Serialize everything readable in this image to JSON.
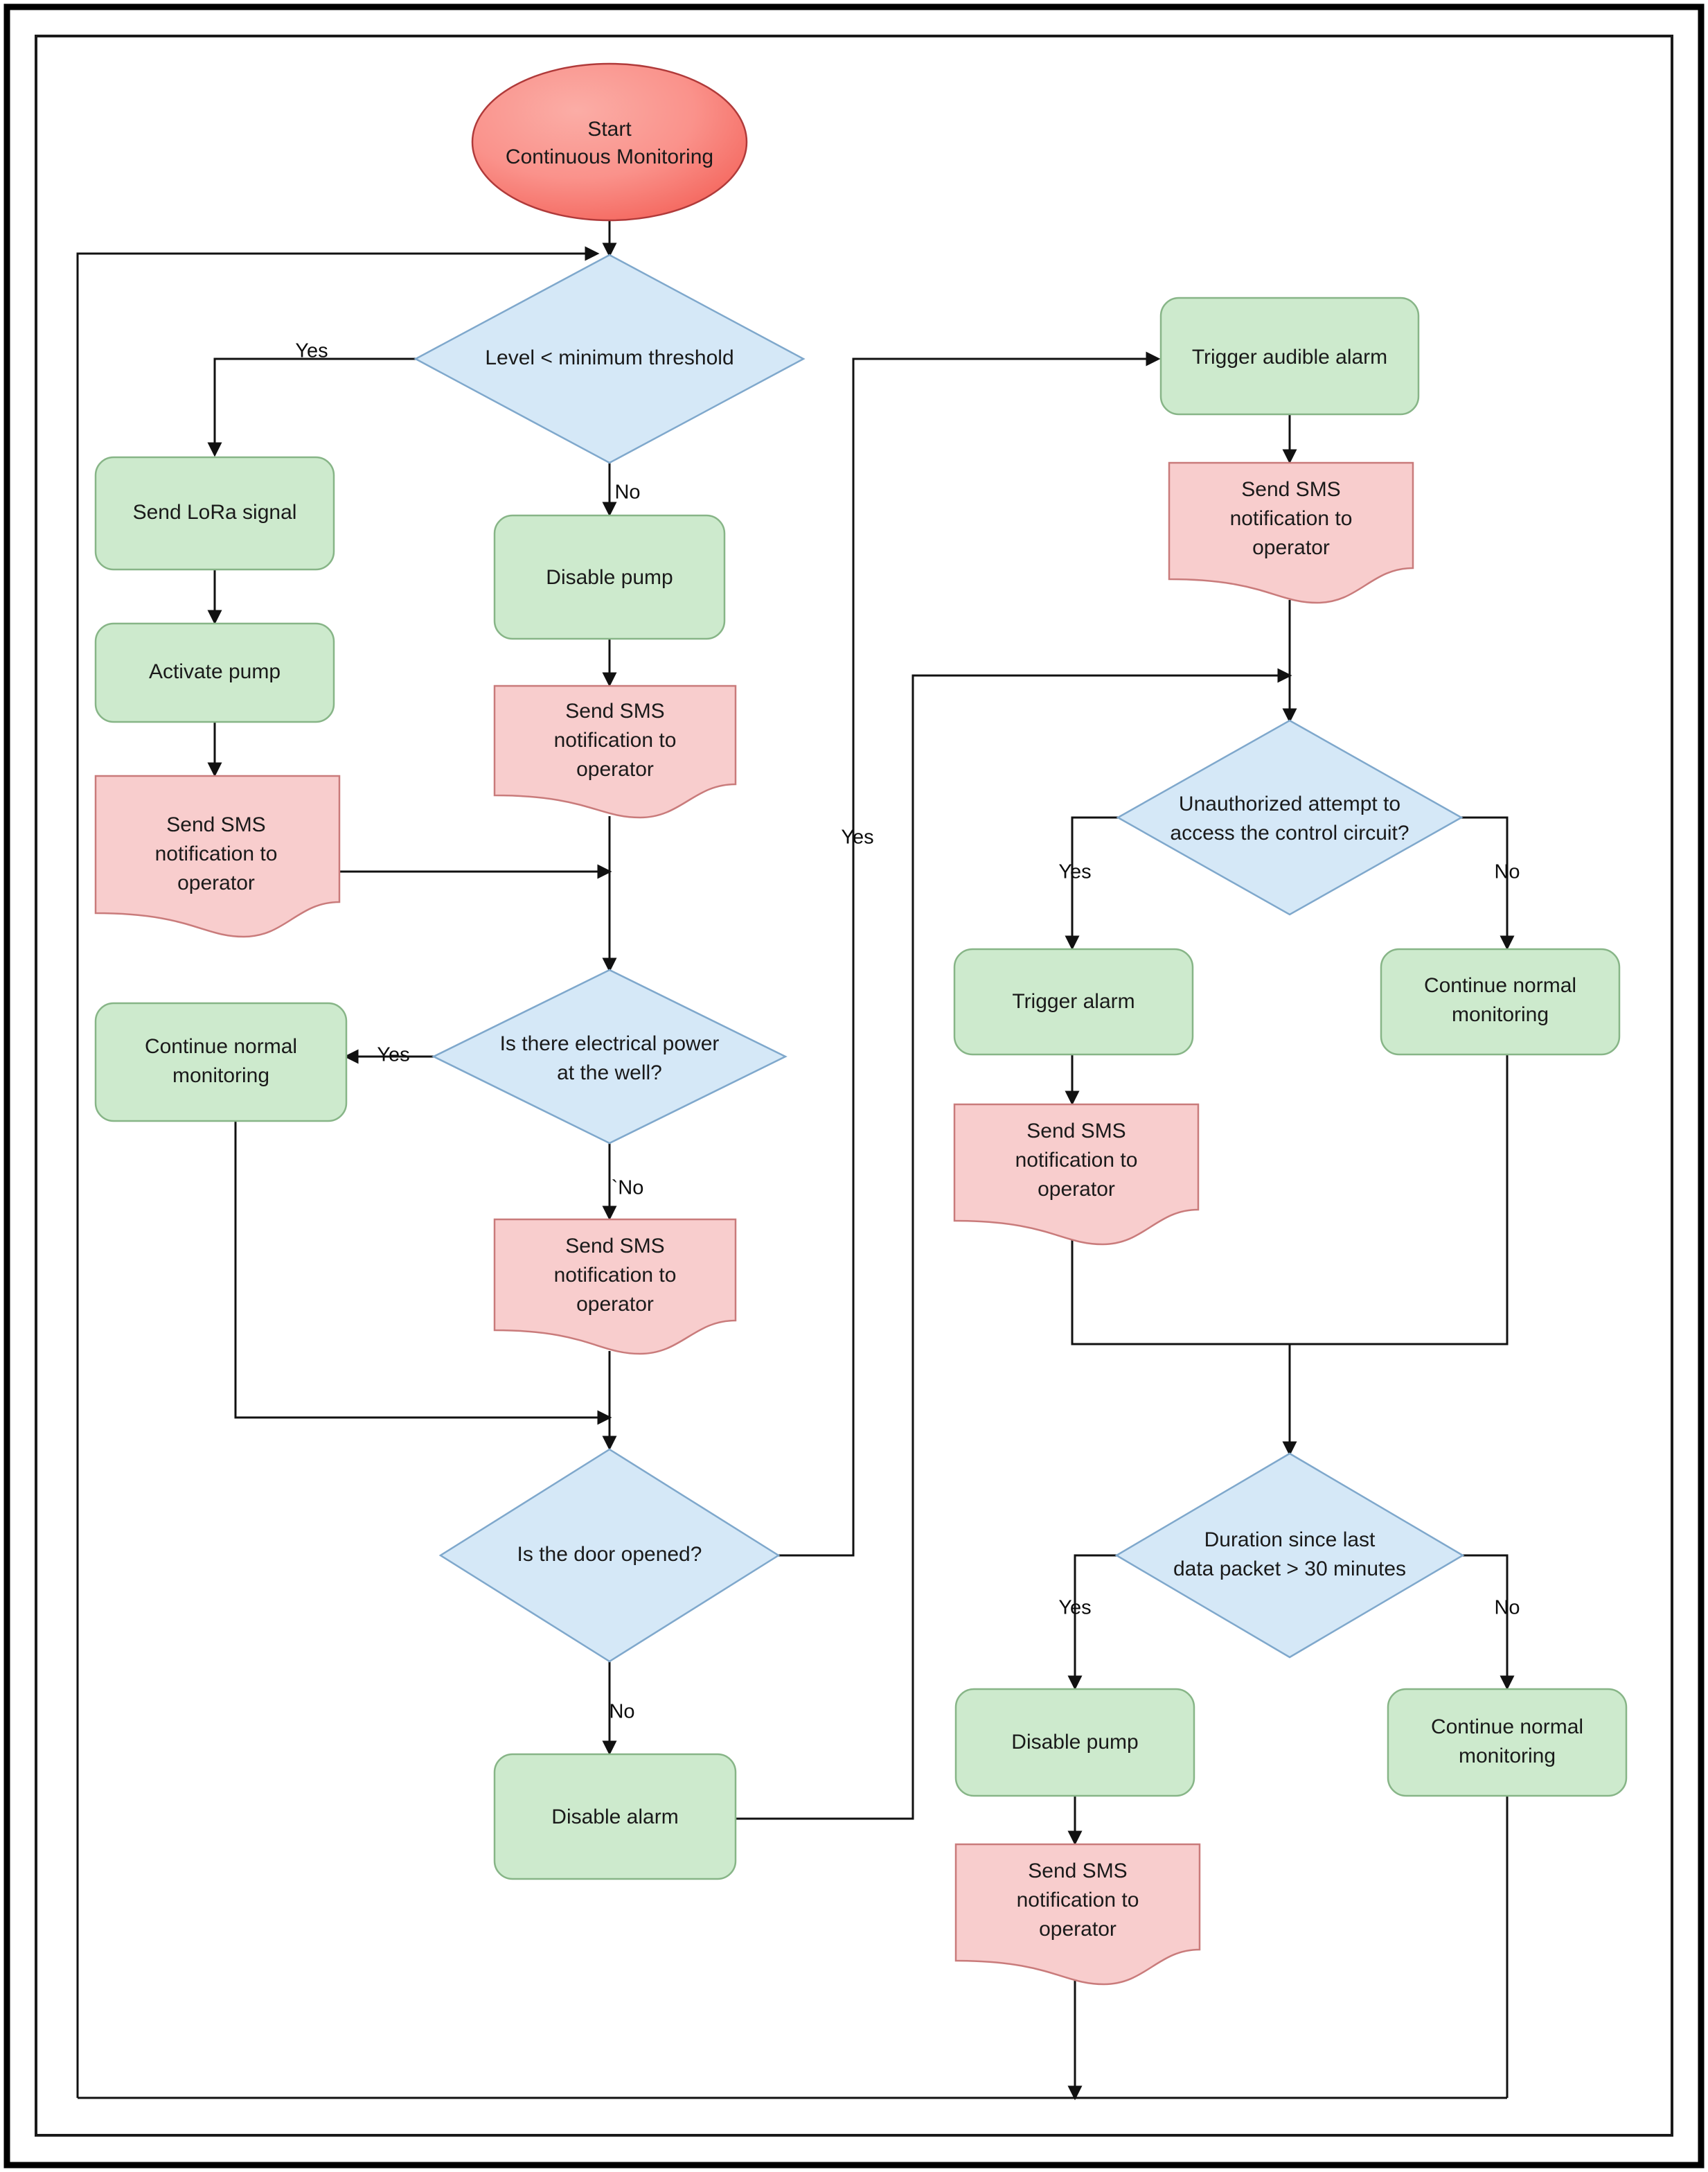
{
  "diagram": {
    "title": "Continuous Monitoring Flowchart",
    "colors": {
      "process_fill": "#cdeacd",
      "process_stroke": "#87b587",
      "decision_fill": "#d5e8f7",
      "decision_stroke": "#7fa8cc",
      "document_fill": "#f8cdcd",
      "document_stroke": "#c97b7b",
      "start_fill": "#f98b84",
      "start_stroke": "#b03a3a",
      "edge_stroke": "#111111",
      "frame_stroke": "#000000",
      "background": "#ffffff"
    },
    "nodes": [
      {
        "id": "start",
        "shape": "ellipse",
        "lines": [
          "Start",
          "Continuous Monitoring"
        ]
      },
      {
        "id": "d_level",
        "shape": "decision",
        "lines": [
          "Level < minimum threshold"
        ]
      },
      {
        "id": "lora",
        "shape": "process",
        "lines": [
          "Send LoRa signal"
        ]
      },
      {
        "id": "activate_pump",
        "shape": "process",
        "lines": [
          "Activate pump"
        ]
      },
      {
        "id": "sms_left",
        "shape": "document",
        "lines": [
          "Send SMS",
          "notification to",
          "operator"
        ]
      },
      {
        "id": "cont_left",
        "shape": "process",
        "lines": [
          "Continue normal",
          "monitoring"
        ]
      },
      {
        "id": "disable_pump_mid",
        "shape": "process",
        "lines": [
          "Disable pump"
        ]
      },
      {
        "id": "sms_mid_top",
        "shape": "document",
        "lines": [
          "Send SMS",
          "notification to",
          "operator"
        ]
      },
      {
        "id": "d_power",
        "shape": "decision",
        "lines": [
          "Is there electrical power",
          "at the well?"
        ]
      },
      {
        "id": "sms_mid_bot",
        "shape": "document",
        "lines": [
          "Send SMS",
          "notification to",
          "operator"
        ]
      },
      {
        "id": "d_door",
        "shape": "decision",
        "lines": [
          "Is the door opened?"
        ]
      },
      {
        "id": "disable_alarm",
        "shape": "process",
        "lines": [
          "Disable alarm"
        ]
      },
      {
        "id": "audible_alarm",
        "shape": "process",
        "lines": [
          "Trigger audible alarm"
        ]
      },
      {
        "id": "sms_right_top",
        "shape": "document",
        "lines": [
          "Send SMS",
          "notification to",
          "operator"
        ]
      },
      {
        "id": "d_unauth",
        "shape": "decision",
        "lines": [
          "Unauthorized attempt to",
          "access the control circuit?"
        ]
      },
      {
        "id": "trigger_alarm",
        "shape": "process",
        "lines": [
          "Trigger alarm"
        ]
      },
      {
        "id": "sms_unauth",
        "shape": "document",
        "lines": [
          "Send SMS",
          "notification to",
          "operator"
        ]
      },
      {
        "id": "cont_unauth",
        "shape": "process",
        "lines": [
          "Continue normal",
          "monitoring"
        ]
      },
      {
        "id": "d_duration",
        "shape": "decision",
        "lines": [
          "Duration since last",
          "data packet > 30 minutes"
        ]
      },
      {
        "id": "disable_pump_br",
        "shape": "process",
        "lines": [
          "Disable pump"
        ]
      },
      {
        "id": "sms_bottom",
        "shape": "document",
        "lines": [
          "Send SMS",
          "notification to",
          "operator"
        ]
      },
      {
        "id": "cont_duration",
        "shape": "process",
        "lines": [
          "Continue normal",
          "monitoring"
        ]
      }
    ],
    "edge_labels": {
      "level_yes": "Yes",
      "level_no": "No",
      "power_yes": "Yes",
      "power_no": "`No",
      "door_yes": "Yes",
      "door_no": "No",
      "unauth_yes": "Yes",
      "unauth_no": "No",
      "duration_yes": "Yes",
      "duration_no": "No"
    }
  }
}
